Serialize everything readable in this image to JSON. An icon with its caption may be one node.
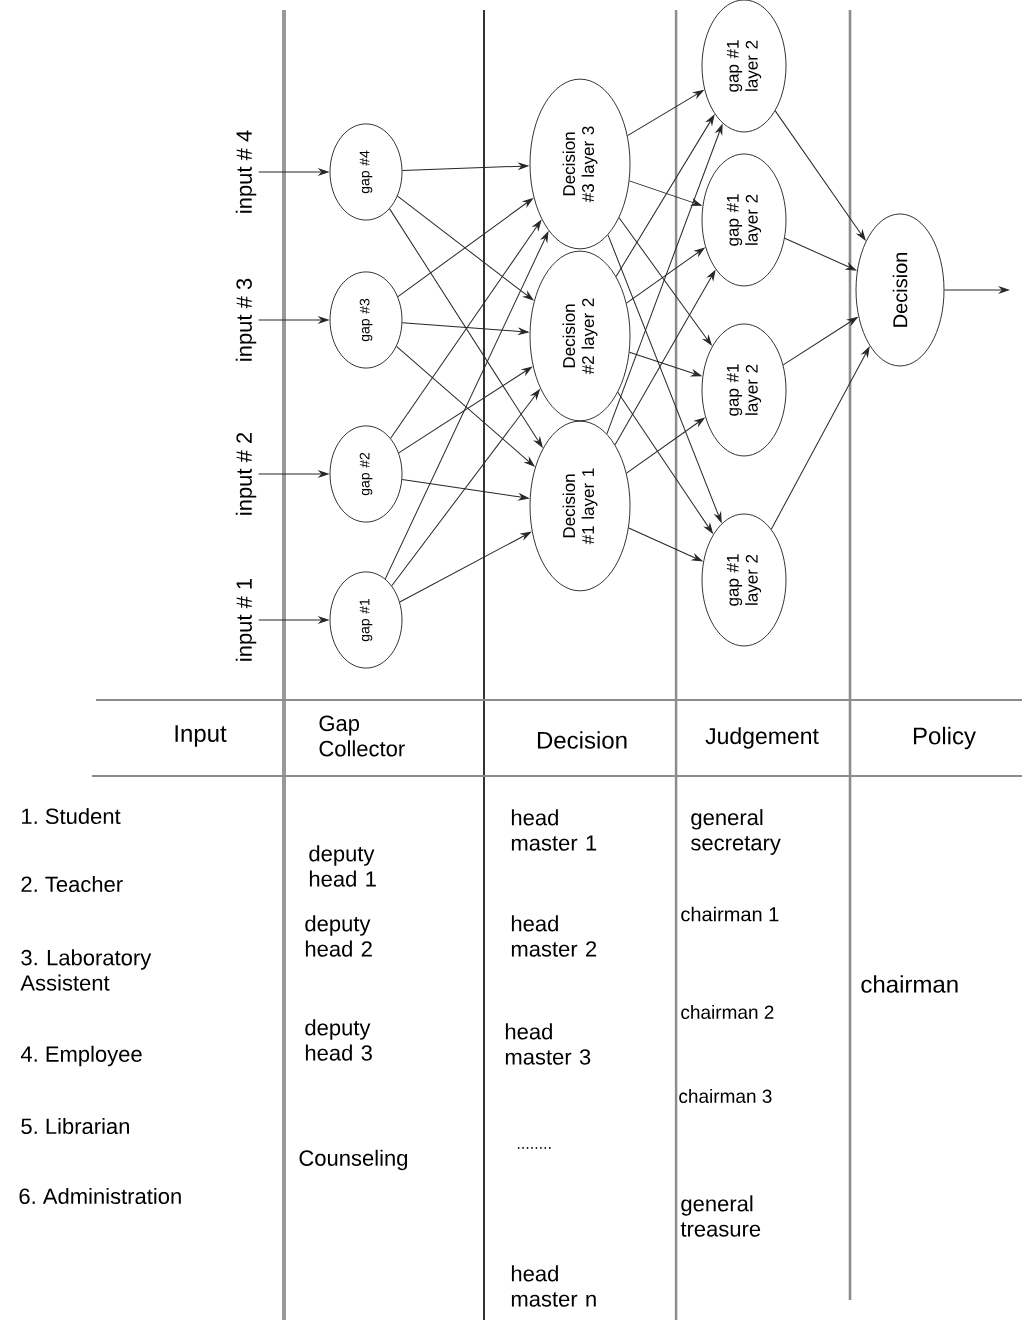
{
  "diagram": {
    "nodes": [
      {
        "text": [
          "input # 4"
        ]
      },
      {
        "text": [
          "input # 3"
        ]
      },
      {
        "text": [
          "input # 2"
        ]
      },
      {
        "text": [
          "input # 1"
        ]
      },
      {
        "text": [
          "gap #4"
        ]
      },
      {
        "text": [
          "gap #3"
        ]
      },
      {
        "text": [
          "gap #2"
        ]
      },
      {
        "text": [
          "gap #1"
        ]
      },
      {
        "text": [
          "Decision #3 layer 3"
        ]
      },
      {
        "text": [
          "Decision #2 layer 2"
        ]
      },
      {
        "text": [
          "Decision #1 layer 1"
        ]
      },
      {
        "text": [
          "gap #1 layer 2"
        ]
      },
      {
        "text": [
          "gap #1 layer 2"
        ]
      },
      {
        "text": [
          "gap #1 layer 2"
        ]
      },
      {
        "text": [
          "gap #1 layer 2"
        ]
      },
      {
        "text": [
          "Decision"
        ]
      }
    ],
    "edges": [
      {
        "from": 0,
        "to": 4,
        "arrow": "to"
      },
      {
        "from": 1,
        "to": 5,
        "arrow": "to"
      },
      {
        "from": 2,
        "to": 6,
        "arrow": "to"
      },
      {
        "from": 3,
        "to": 7,
        "arrow": "to"
      },
      {
        "from": 4,
        "to": 8,
        "arrow": "to"
      },
      {
        "from": 4,
        "to": 9,
        "arrow": "to"
      },
      {
        "from": 4,
        "to": 10,
        "arrow": "to"
      },
      {
        "from": 5,
        "to": 8,
        "arrow": "to"
      },
      {
        "from": 5,
        "to": 9,
        "arrow": "to"
      },
      {
        "from": 5,
        "to": 10,
        "arrow": "to"
      },
      {
        "from": 6,
        "to": 8,
        "arrow": "to"
      },
      {
        "from": 6,
        "to": 9,
        "arrow": "to"
      },
      {
        "from": 6,
        "to": 10,
        "arrow": "to"
      },
      {
        "from": 7,
        "to": 8,
        "arrow": "to"
      },
      {
        "from": 7,
        "to": 9,
        "arrow": "to"
      },
      {
        "from": 7,
        "to": 10,
        "arrow": "to"
      },
      {
        "from": 8,
        "to": 11,
        "arrow": "to"
      },
      {
        "from": 8,
        "to": 12,
        "arrow": "to"
      },
      {
        "from": 8,
        "to": 13,
        "arrow": "to"
      },
      {
        "from": 8,
        "to": 14,
        "arrow": "to"
      },
      {
        "from": 9,
        "to": 11,
        "arrow": "to"
      },
      {
        "from": 9,
        "to": 12,
        "arrow": "to"
      },
      {
        "from": 9,
        "to": 13,
        "arrow": "to"
      },
      {
        "from": 9,
        "to": 14,
        "arrow": "to"
      },
      {
        "from": 10,
        "to": 11,
        "arrow": "to"
      },
      {
        "from": 10,
        "to": 12,
        "arrow": "to"
      },
      {
        "from": 10,
        "to": 13,
        "arrow": "to"
      },
      {
        "from": 10,
        "to": 14,
        "arrow": "to"
      },
      {
        "from": 11,
        "to": 15,
        "arrow": "to"
      },
      {
        "from": 12,
        "to": 15,
        "arrow": "to"
      },
      {
        "from": 13,
        "to": 15,
        "arrow": "to"
      },
      {
        "from": 14,
        "to": 15,
        "arrow": "to"
      },
      {
        "from": 15,
        "to": null,
        "arrow": "to"
      }
    ],
    "labels": [
      "Input",
      "Gap Collector",
      "Decision",
      "Judgement",
      "Policy",
      "1. Student",
      "2. Teacher",
      "3. Laboratory Assistent",
      "4. Employee",
      "5. Librarian",
      "6. Administration",
      "deputy head 1",
      "deputy head 2",
      "deputy head 3",
      "Counseling",
      "head master 1",
      "head master 2",
      "head master 3",
      "........",
      "head master n",
      "general secretary",
      "chairman 1",
      "chairman 2",
      "chairman 3",
      "general treasure",
      "chairman"
    ]
  }
}
